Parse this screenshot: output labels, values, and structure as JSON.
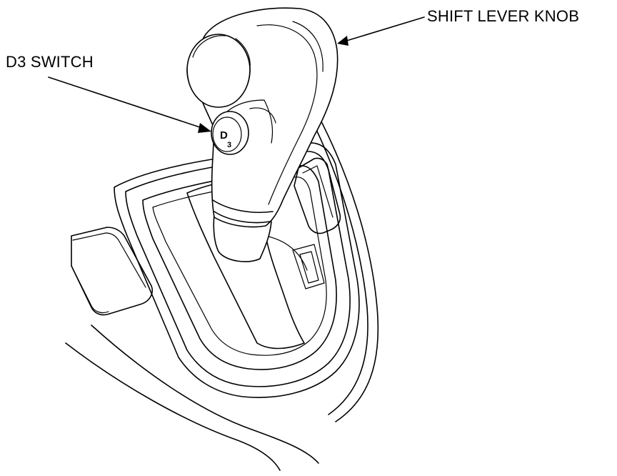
{
  "callouts": {
    "shift_lever_knob": "SHIFT LEVER KNOB",
    "d3_switch": "D3 SWITCH"
  },
  "switch_marking": {
    "main": "D",
    "sub": "3"
  }
}
